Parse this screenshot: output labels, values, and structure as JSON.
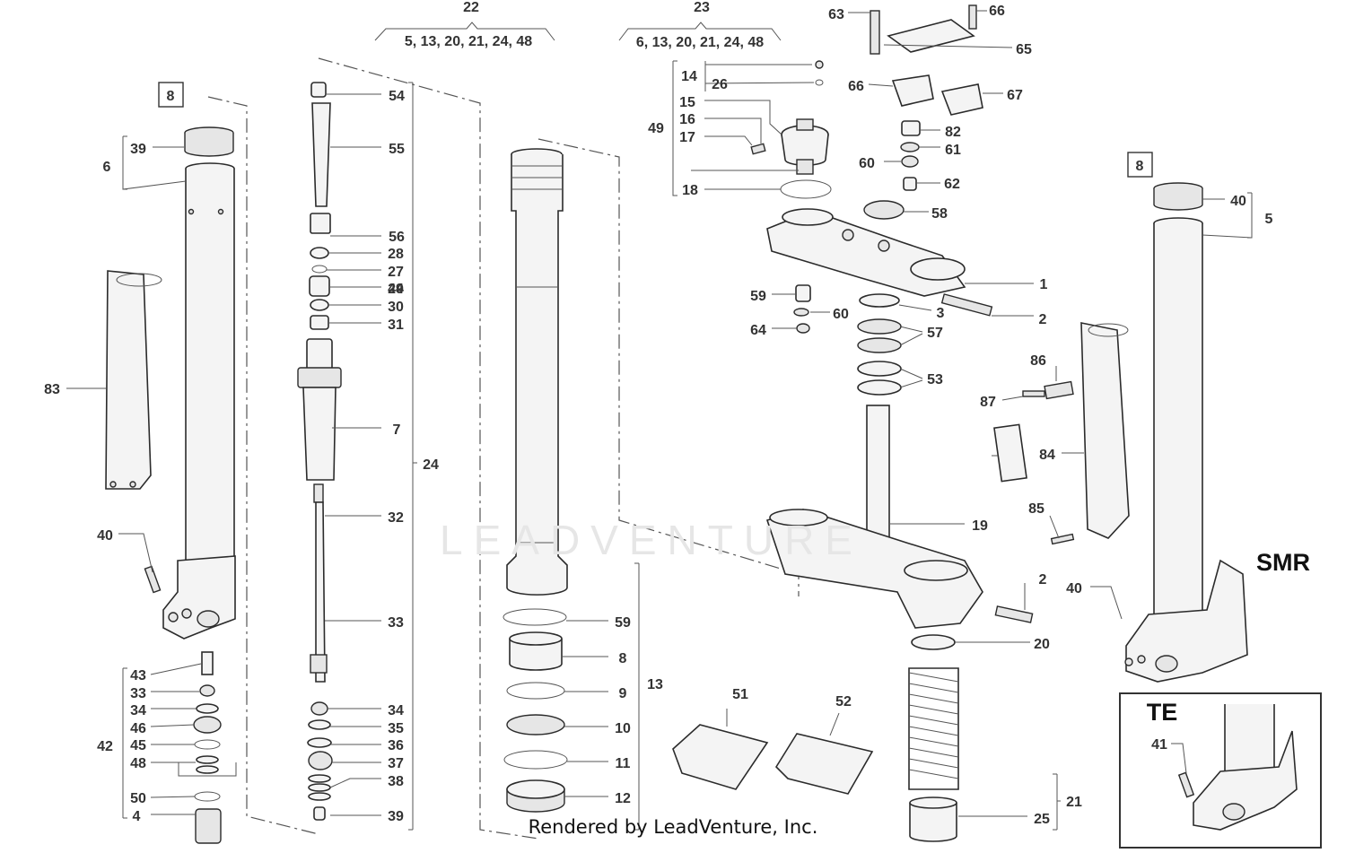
{
  "diagram": {
    "group_labels": [
      {
        "number": "22",
        "items": "5, 13, 20, 21, 24, 48"
      },
      {
        "number": "23",
        "items": "6, 13, 20, 21, 24, 48"
      }
    ],
    "variant_labels": [
      "SMR",
      "TE"
    ],
    "box_labels": [
      "8",
      "8"
    ],
    "callouts": [
      "1",
      "2",
      "2",
      "3",
      "4",
      "5",
      "6",
      "7",
      "8",
      "9",
      "10",
      "11",
      "12",
      "13",
      "14",
      "15",
      "16",
      "17",
      "18",
      "19",
      "20",
      "21",
      "24",
      "25",
      "26",
      "27",
      "28",
      "29",
      "30",
      "31",
      "32",
      "33",
      "33",
      "34",
      "34",
      "35",
      "36",
      "37",
      "38",
      "39",
      "39",
      "40",
      "40",
      "40",
      "41",
      "42",
      "43",
      "44",
      "45",
      "46",
      "48",
      "49",
      "50",
      "51",
      "52",
      "53",
      "54",
      "55",
      "56",
      "57",
      "58",
      "59",
      "59",
      "60",
      "60",
      "61",
      "62",
      "63",
      "64",
      "65",
      "66",
      "66",
      "67",
      "82",
      "83",
      "84",
      "85",
      "86",
      "87"
    ],
    "watermark": "LEADVENTURE",
    "footer": "Rendered by LeadVenture, Inc."
  }
}
